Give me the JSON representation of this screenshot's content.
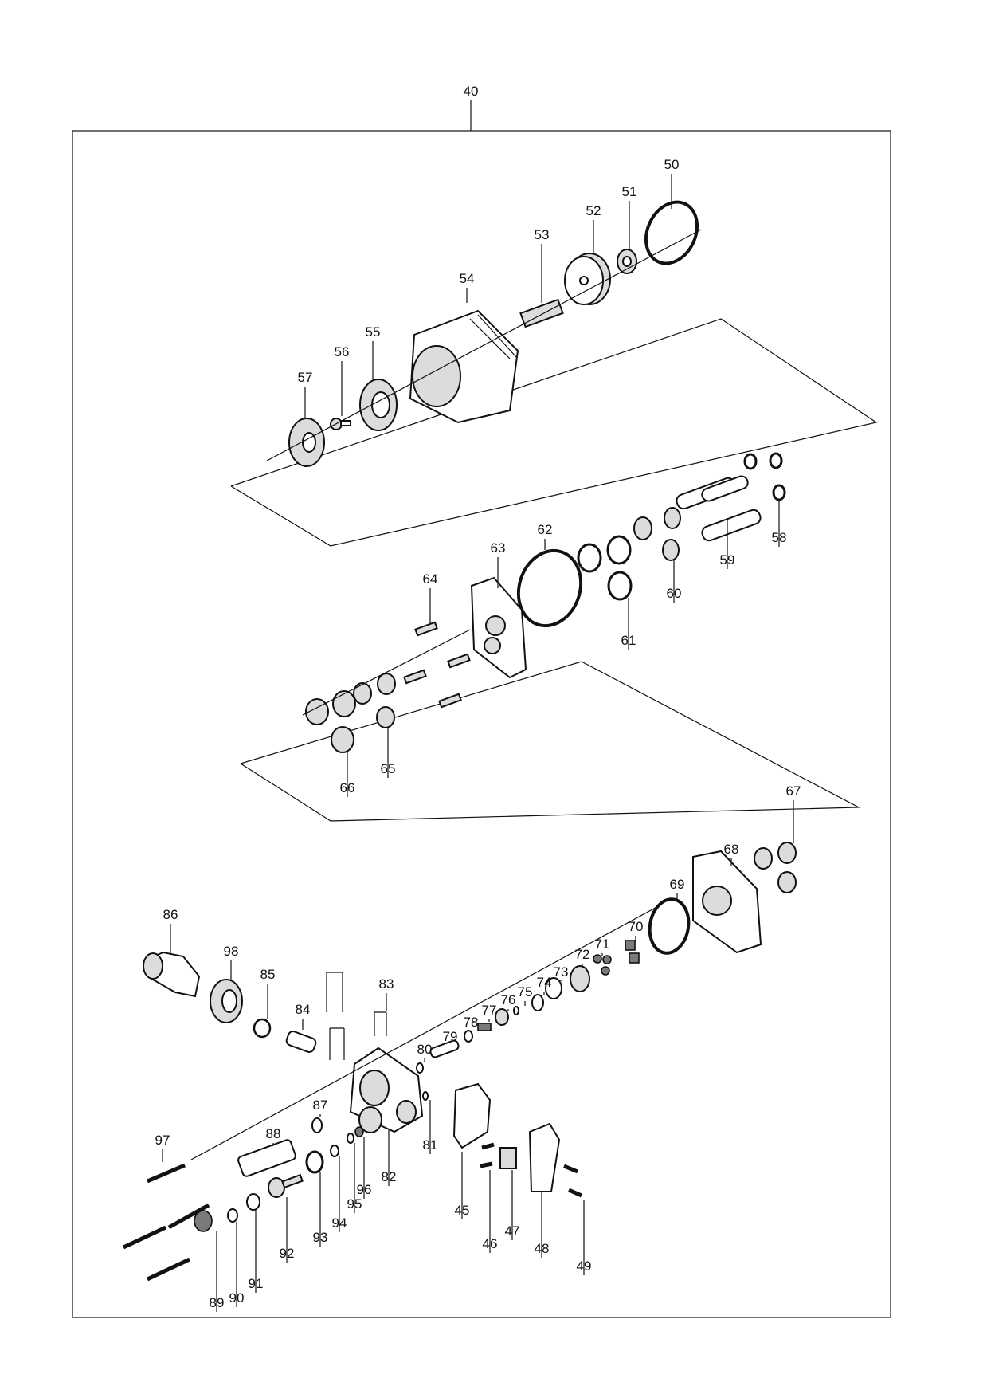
{
  "assembly": {
    "label": "40"
  },
  "labels": [
    {
      "id": "45",
      "text": "45"
    },
    {
      "id": "46",
      "text": "46"
    },
    {
      "id": "47",
      "text": "47"
    },
    {
      "id": "48",
      "text": "48"
    },
    {
      "id": "49",
      "text": "49"
    },
    {
      "id": "50",
      "text": "50"
    },
    {
      "id": "51",
      "text": "51"
    },
    {
      "id": "52",
      "text": "52"
    },
    {
      "id": "53",
      "text": "53"
    },
    {
      "id": "54",
      "text": "54"
    },
    {
      "id": "55",
      "text": "55"
    },
    {
      "id": "56",
      "text": "56"
    },
    {
      "id": "57",
      "text": "57"
    },
    {
      "id": "58",
      "text": "58"
    },
    {
      "id": "59",
      "text": "59"
    },
    {
      "id": "60",
      "text": "60"
    },
    {
      "id": "61",
      "text": "61"
    },
    {
      "id": "62",
      "text": "62"
    },
    {
      "id": "63",
      "text": "63"
    },
    {
      "id": "64",
      "text": "64"
    },
    {
      "id": "65",
      "text": "65"
    },
    {
      "id": "66",
      "text": "66"
    },
    {
      "id": "67",
      "text": "67"
    },
    {
      "id": "68",
      "text": "68"
    },
    {
      "id": "69",
      "text": "69"
    },
    {
      "id": "70",
      "text": "70"
    },
    {
      "id": "71",
      "text": "71"
    },
    {
      "id": "72",
      "text": "72"
    },
    {
      "id": "73",
      "text": "73"
    },
    {
      "id": "74",
      "text": "74"
    },
    {
      "id": "75",
      "text": "75"
    },
    {
      "id": "76",
      "text": "76"
    },
    {
      "id": "77",
      "text": "77"
    },
    {
      "id": "78",
      "text": "78"
    },
    {
      "id": "79",
      "text": "79"
    },
    {
      "id": "80",
      "text": "80"
    },
    {
      "id": "81",
      "text": "81"
    },
    {
      "id": "82",
      "text": "82"
    },
    {
      "id": "83",
      "text": "83"
    },
    {
      "id": "84",
      "text": "84"
    },
    {
      "id": "85",
      "text": "85"
    },
    {
      "id": "86",
      "text": "86"
    },
    {
      "id": "87",
      "text": "87"
    },
    {
      "id": "88",
      "text": "88"
    },
    {
      "id": "89",
      "text": "89"
    },
    {
      "id": "90",
      "text": "90"
    },
    {
      "id": "91",
      "text": "91"
    },
    {
      "id": "92",
      "text": "92"
    },
    {
      "id": "93",
      "text": "93"
    },
    {
      "id": "94",
      "text": "94"
    },
    {
      "id": "95",
      "text": "95"
    },
    {
      "id": "96",
      "text": "96"
    },
    {
      "id": "97",
      "text": "97"
    },
    {
      "id": "98",
      "text": "98"
    }
  ]
}
